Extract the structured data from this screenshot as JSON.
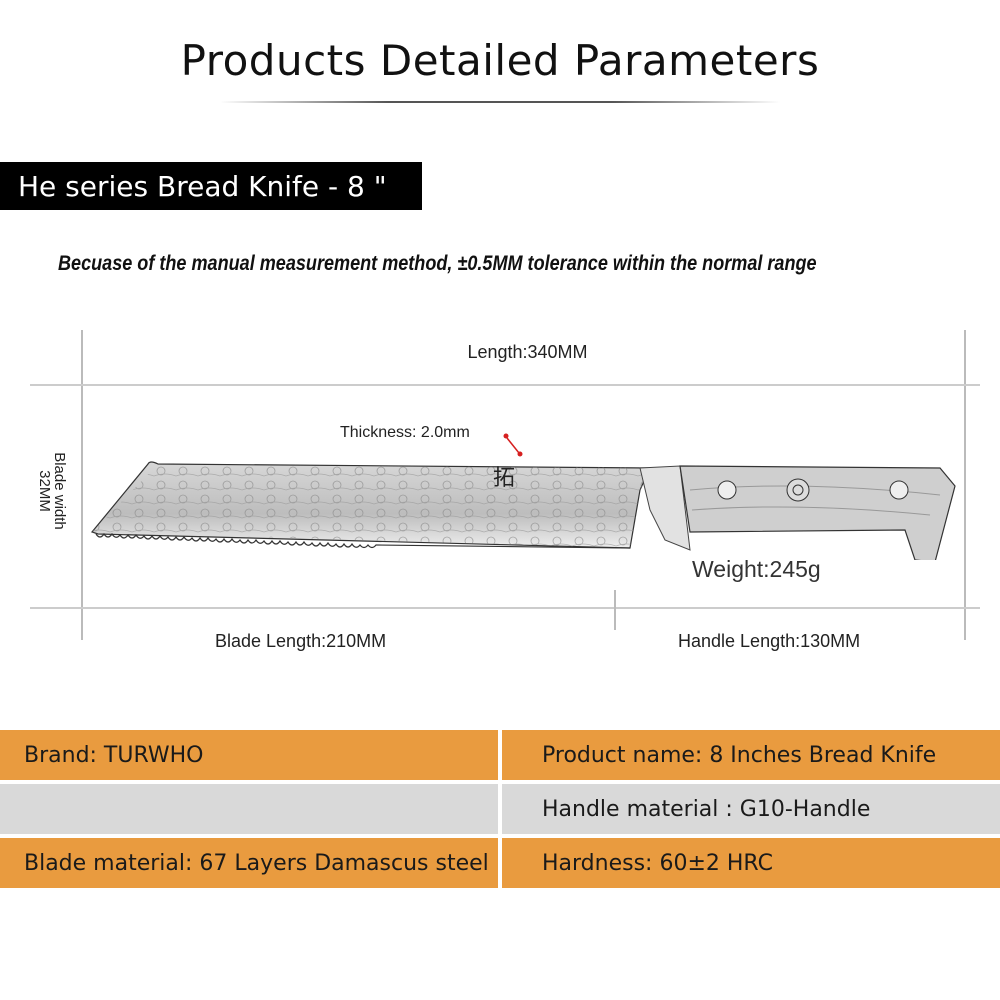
{
  "header": {
    "title": "Products Detailed Parameters"
  },
  "banner": {
    "label": "He series Bread Knife - 8 \""
  },
  "note": "Becuase of the manual measurement method, ±0.5MM tolerance within the normal range",
  "dimensions": {
    "length": "Length:340MM",
    "thickness": "Thickness: 2.0mm",
    "blade_width_line1": "Blade width",
    "blade_width_line2": "32MM",
    "weight": "Weight:245g",
    "blade_length": "Blade Length:210MM",
    "handle_length": "Handle Length:130MM"
  },
  "specs": {
    "rows": [
      {
        "left": "Brand: TURWHO",
        "right": "Product name: 8 Inches Bread Knife",
        "color": "#E99B3F"
      },
      {
        "left": "",
        "right": "Handle material : G10-Handle",
        "color": "#D9D9D9"
      },
      {
        "left": "Blade material: 67 Layers Damascus steel",
        "right": "Hardness:  60±2 HRC",
        "color": "#E99B3F"
      }
    ]
  },
  "colors": {
    "accent_orange": "#E99B3F",
    "row_gray": "#D9D9D9",
    "thickness_marker": "#D62020"
  }
}
